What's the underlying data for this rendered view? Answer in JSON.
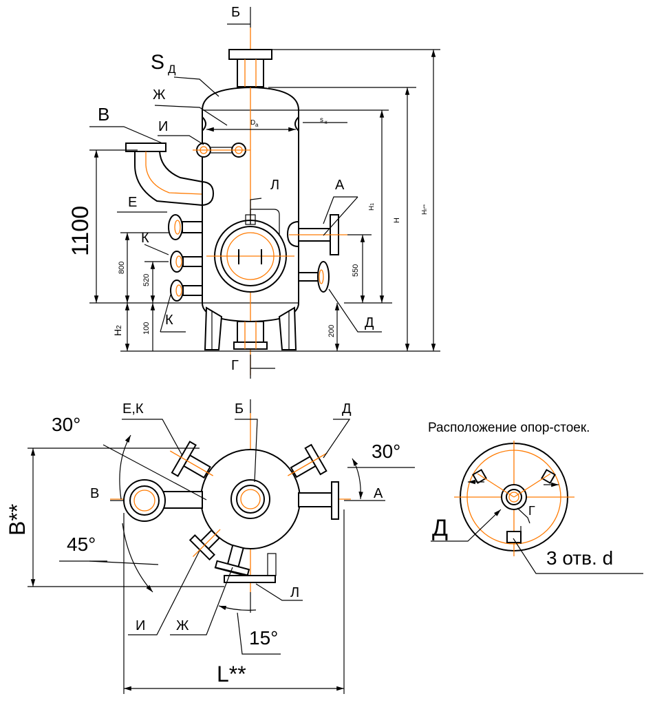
{
  "labels": {
    "b_top": "Б",
    "s_d_main": "S",
    "s_d_sub": "Д",
    "zh_top": "Ж",
    "v_top": "В",
    "i_top": "И",
    "d_a": "D",
    "d_a_sub": "a",
    "s_k": "s",
    "s_k_sub": "к",
    "l_top": "Л",
    "a_top": "А",
    "h1_main": "H",
    "h1_sub": "1",
    "h_main": "H",
    "hg_main": "H",
    "hg_sub": "г",
    "hg_sup": "**",
    "dim_1100": "1100",
    "e_top": "Е",
    "k_top": "К",
    "dim_800": "800",
    "dim_520": "520",
    "dim_550": "550",
    "h2_main": "H",
    "h2_sub": "2",
    "dim_100": "100",
    "k_bottom": "К",
    "dim_200": "200",
    "d_top": "Д",
    "g_top": "Г",
    "ang_30_left": "30°",
    "ek_plan": "Е,К",
    "b_plan": "Б",
    "d_plan": "Д",
    "ang_30_right": "30°",
    "supports_title": "Расположение опор-стоек.",
    "v_plan": "В",
    "a_plan": "А",
    "b_star": "B**",
    "ang_45": "45°",
    "d_support": "Д",
    "g_support": "Г",
    "holes": "3 отв. d",
    "l_plan": "Л",
    "i_plan": "И",
    "zh_plan": "Ж",
    "ang_15": "15°",
    "l_star": "L**"
  },
  "colors": {
    "line": "#000000",
    "axis": "#ff7a00",
    "background": "#ffffff"
  }
}
